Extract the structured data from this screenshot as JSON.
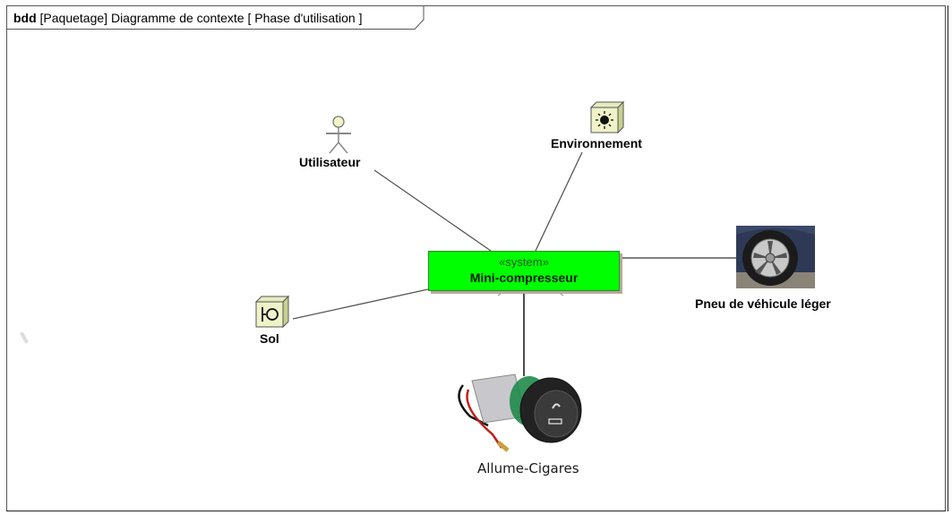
{
  "diagram": {
    "header": {
      "kind": "bdd",
      "package": "[Paquetage]",
      "name": "Diagramme de contexte",
      "phase": "[ Phase d'utilisation ]"
    },
    "system": {
      "stereotype": "«system»",
      "name": "Mini-compresseur",
      "color": "#00ff00"
    },
    "actors": [
      {
        "id": "utilisateur",
        "label": "Utilisateur",
        "icon": "stick-figure-actor-icon"
      },
      {
        "id": "environnement",
        "label": "Environnement",
        "icon": "sun-block-icon"
      },
      {
        "id": "sol",
        "label": "Sol",
        "icon": "ground-block-icon"
      },
      {
        "id": "pneu",
        "label": "Pneu de véhicule léger",
        "icon": "tire-photo"
      },
      {
        "id": "allume-cigares",
        "label": "Allume-Cigares",
        "icon": "cigarette-lighter-photo"
      }
    ],
    "connections": [
      {
        "from": "utilisateur",
        "to": "Mini-compresseur"
      },
      {
        "from": "environnement",
        "to": "Mini-compresseur"
      },
      {
        "from": "sol",
        "to": "Mini-compresseur"
      },
      {
        "from": "pneu",
        "to": "Mini-compresseur"
      },
      {
        "from": "allume-cigares",
        "to": "Mini-compresseur"
      }
    ]
  }
}
